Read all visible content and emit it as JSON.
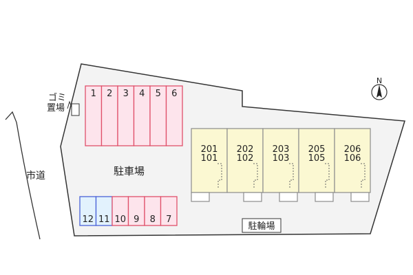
{
  "labels": {
    "garbage_line1": "ゴミ",
    "garbage_line2": "置場",
    "city_road": "市道",
    "parking": "駐車場",
    "bicycle_parking": "駐輪場",
    "north": "N"
  },
  "parking_top": [
    "1",
    "2",
    "3",
    "4",
    "5",
    "6"
  ],
  "parking_bottom": [
    "12",
    "11",
    "10",
    "9",
    "8",
    "7"
  ],
  "parking_bottom_kinds": [
    "blue",
    "blue",
    "pink",
    "pink",
    "pink",
    "pink"
  ],
  "units": [
    {
      "upper": "201",
      "lower": "101"
    },
    {
      "upper": "202",
      "lower": "102"
    },
    {
      "upper": "203",
      "lower": "103"
    },
    {
      "upper": "205",
      "lower": "105"
    },
    {
      "upper": "206",
      "lower": "106"
    }
  ],
  "colors": {
    "site_fill": "#f3f3f3",
    "site_stroke": "#333333",
    "parking_pink_fill": "#fde4ec",
    "parking_pink_stroke": "#e0506a",
    "parking_blue_fill": "#e2f2fd",
    "parking_blue_stroke": "#4a62d8",
    "building_fill": "#fbf8d2",
    "building_stroke": "#8c8c8c"
  }
}
